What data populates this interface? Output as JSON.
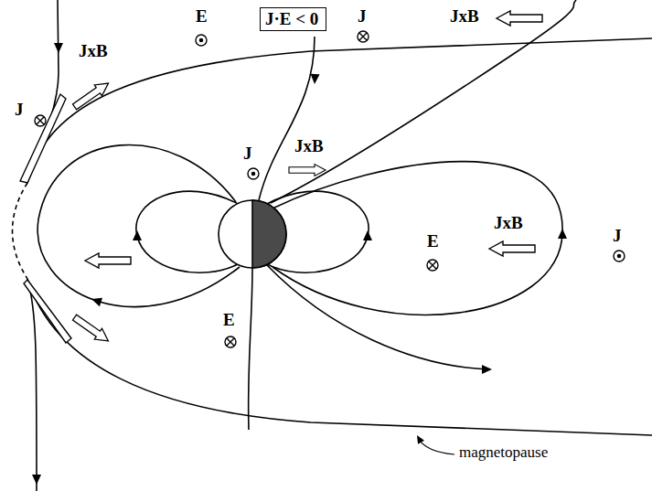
{
  "diagram": {
    "nodes": [
      {
        "text": [
          "J·E < 0"
        ]
      }
    ],
    "labels": [
      "E",
      "J",
      "JxB",
      "JxB",
      "J",
      "JxB",
      "J",
      "E",
      "JxB",
      "J",
      "E",
      "magnetopause"
    ]
  }
}
